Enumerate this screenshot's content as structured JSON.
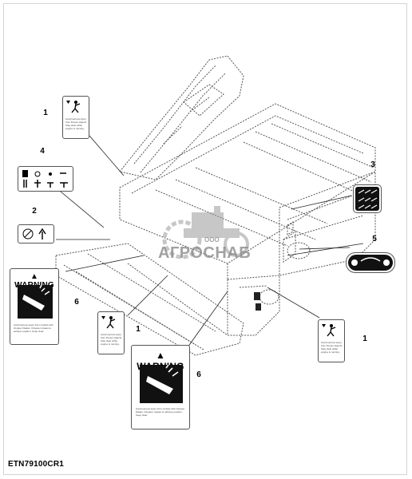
{
  "figure": {
    "reference_code": "ETN79100CR1",
    "watermark": {
      "brand": "АГРОСНАБ",
      "prefix": "ООО"
    }
  },
  "callouts": [
    "1",
    "1",
    "1",
    "2",
    "3",
    "4",
    "5",
    "6",
    "6"
  ],
  "decals": {
    "warning_large_title": "WARNING",
    "warning_large_body": "Avoid serious injury from contact with chopper blades. Chopper rotates to achieve position. Keep clear.",
    "warning_small_body": "Avoid serious injury from thrown objects. Stay clear while engine is running."
  }
}
